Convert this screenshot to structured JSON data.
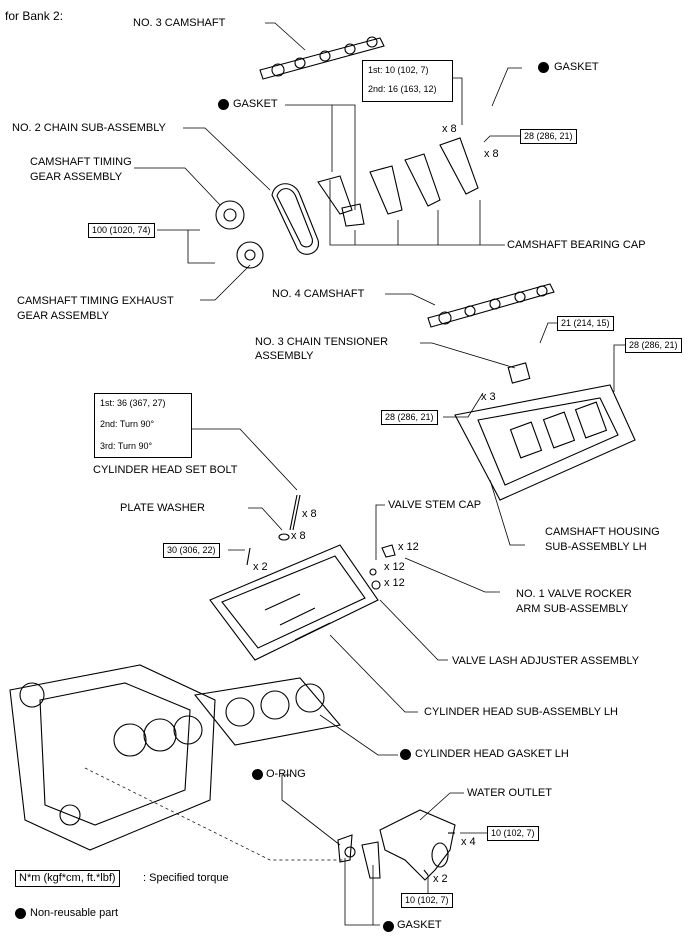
{
  "header": {
    "bank_label": "for Bank 2:"
  },
  "labels": {
    "no3_camshaft": "NO. 3 CAMSHAFT",
    "gasket_top_right": "GASKET",
    "gasket_top": "GASKET",
    "no2_chain": "NO. 2 CHAIN SUB-ASSEMBLY",
    "timing_gear_line1": "CAMSHAFT TIMING",
    "timing_gear_line2": "GEAR ASSEMBLY",
    "bearing_cap": "CAMSHAFT BEARING CAP",
    "exhaust_gear_line1": "CAMSHAFT TIMING EXHAUST",
    "exhaust_gear_line2": "GEAR ASSEMBLY",
    "no4_camshaft": "NO. 4 CAMSHAFT",
    "tensioner_line1": "NO. 3 CHAIN TENSIONER",
    "tensioner_line2": "ASSEMBLY",
    "head_bolt": "CYLINDER HEAD SET BOLT",
    "plate_washer": "PLATE WASHER",
    "valve_stem_cap": "VALVE STEM CAP",
    "housing_line1": "CAMSHAFT HOUSING",
    "housing_line2": "SUB-ASSEMBLY LH",
    "rocker_line1": "NO. 1 VALVE ROCKER",
    "rocker_line2": "ARM SUB-ASSEMBLY",
    "lash_adjuster": "VALVE LASH ADJUSTER ASSEMBLY",
    "head_subassembly": "CYLINDER HEAD SUB-ASSEMBLY LH",
    "head_gasket": "CYLINDER HEAD GASKET LH",
    "o_ring": "O-RING",
    "water_outlet": "WATER OUTLET",
    "gasket_bottom": "GASKET"
  },
  "torques": {
    "cap_bolt_step1": "1st: 10 (102, 7)",
    "cap_bolt_step2": "2nd: 16 (163, 12)",
    "cap_bolt_28": "28 (286, 21)",
    "gear_bolt": "100 (1020, 74)",
    "tensioner_21": "21 (214, 15)",
    "housing_28_right": "28 (286, 21)",
    "housing_28_left": "28 (286, 21)",
    "head_bolt_step1": "1st: 36 (367, 27)",
    "head_bolt_step2": "2nd: Turn 90°",
    "head_bolt_step3": "3rd: Turn 90°",
    "head_small_bolt": "30 (306, 22)",
    "outlet_bolt_right": "10 (102, 7)",
    "outlet_bolt_bottom": "10 (102, 7)"
  },
  "quantities": {
    "cap_bolts_x8_a": "x 8",
    "cap_bolts_x8_b": "x 8",
    "housing_bolts_x3": "x 3",
    "head_bolts_x8": "x 8",
    "washers_x8": "x 8",
    "small_bolts_x2": "x 2",
    "rockers_x12": "x 12",
    "stem_caps_x12": "x 12",
    "lash_x12": "x 12",
    "outlet_bolts_x4": "x 4",
    "outlet_bolts_x2": "x 2"
  },
  "legend": {
    "torque_units": "N*m (kgf*cm, ft.*lbf)",
    "torque_desc": ": Specified torque",
    "nonreusable": "Non-reusable part"
  }
}
